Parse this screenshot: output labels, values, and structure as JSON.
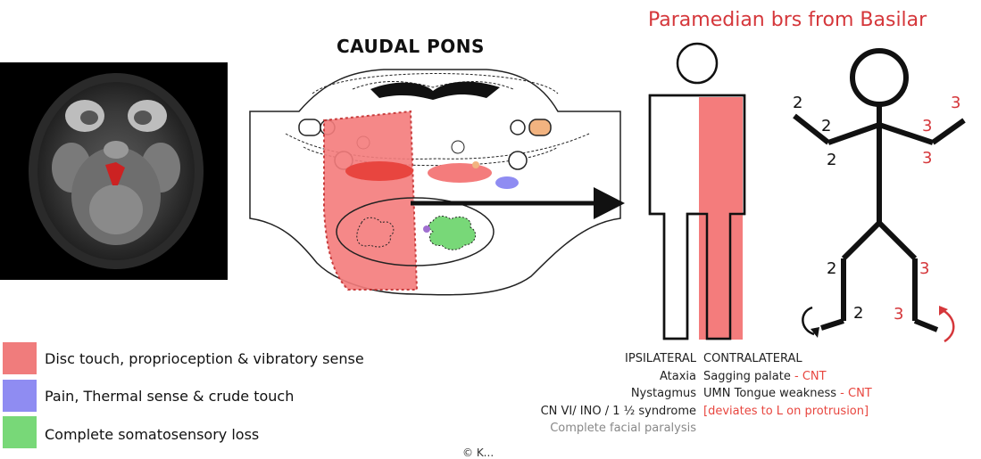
{
  "title_pons": "CAUDAL PONS",
  "title_basilar": "Paramedian brs from Basilar",
  "legend": [
    {
      "color": "#f07c7c",
      "label": "Disc touch, proprioception & vibratory sense"
    },
    {
      "color": "#8f8cf2",
      "label": "Pain, Thermal sense & crude touch"
    },
    {
      "color": "#78d878",
      "label": "Complete somatosensory loss"
    }
  ],
  "findings": {
    "ipsilateral_header": "IPSILATERAL",
    "contralateral_header": "CONTRALATERAL",
    "ipsilateral": [
      "Ataxia",
      "Nystagmus",
      "CN VI/ INO / 1 ½ syndrome",
      "Complete facial paralysis"
    ],
    "contralateral": [
      {
        "text": "Sagging palate",
        "suffix": " - CNT"
      },
      {
        "text": "UMN Tongue weakness",
        "suffix": " - CNT"
      },
      {
        "text": "",
        "suffix": "[deviates to L on protrusion]"
      }
    ]
  },
  "stick_figure": {
    "left_grades": [
      "2",
      "2",
      "2",
      "2",
      "2"
    ],
    "right_grades": [
      "3",
      "3",
      "3",
      "3",
      "3"
    ]
  },
  "copyright": "© K..."
}
